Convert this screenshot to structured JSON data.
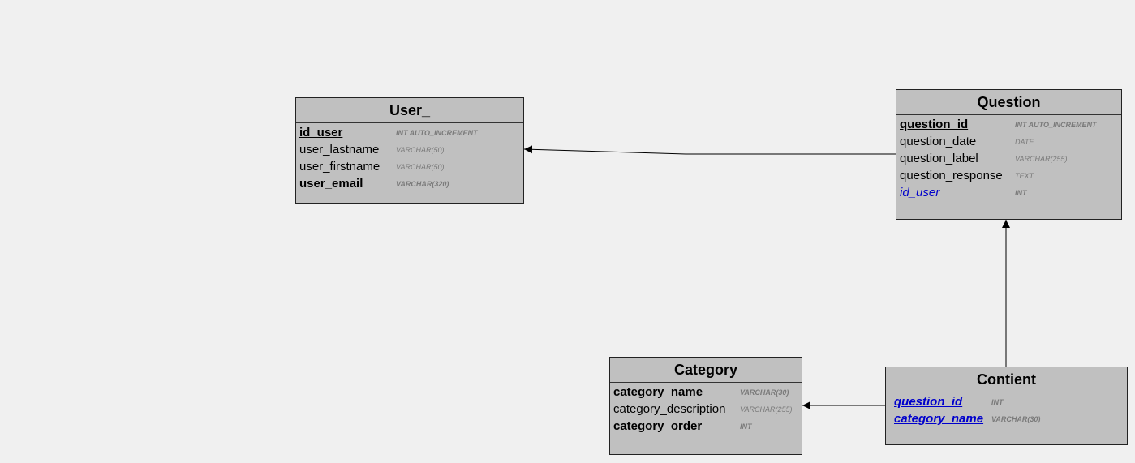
{
  "entities": {
    "user": {
      "title": "User_",
      "columns": [
        {
          "name": "id_user",
          "type": "INT AUTO_INCREMENT",
          "style": "pk"
        },
        {
          "name": "user_lastname",
          "type": "VARCHAR(50)",
          "style": "normal"
        },
        {
          "name": "user_firstname",
          "type": "VARCHAR(50)",
          "style": "normal"
        },
        {
          "name": "user_email",
          "type": "VARCHAR(320)",
          "style": "notnull"
        }
      ]
    },
    "question": {
      "title": "Question",
      "columns": [
        {
          "name": "question_id",
          "type": "INT AUTO_INCREMENT",
          "style": "pk"
        },
        {
          "name": "question_date",
          "type": "DATE",
          "style": "normal"
        },
        {
          "name": "question_label",
          "type": "VARCHAR(255)",
          "style": "normal"
        },
        {
          "name": "question_response",
          "type": "TEXT",
          "style": "normal"
        },
        {
          "name": "id_user",
          "type": "INT",
          "style": "fk"
        }
      ]
    },
    "category": {
      "title": "Category",
      "columns": [
        {
          "name": "category_name",
          "type": "VARCHAR(30)",
          "style": "pk"
        },
        {
          "name": "category_description",
          "type": "VARCHAR(255)",
          "style": "normal"
        },
        {
          "name": "category_order",
          "type": "INT",
          "style": "notnull"
        }
      ]
    },
    "contient": {
      "title": "Contient",
      "columns": [
        {
          "name": "question_id",
          "type": "INT",
          "style": "pk-fk"
        },
        {
          "name": "category_name",
          "type": "VARCHAR(30)",
          "style": "pk-fk"
        }
      ]
    }
  },
  "relationships": [
    {
      "from": "Question.id_user",
      "to": "User_.id_user"
    },
    {
      "from": "Contient.question_id",
      "to": "Question.question_id"
    },
    {
      "from": "Contient.category_name",
      "to": "Category.category_name"
    }
  ],
  "colors": {
    "background": "#f0f0f0",
    "entity_fill": "#c0c0c0",
    "foreign_key": "#0000cc",
    "type_text": "#7a7a7a"
  }
}
